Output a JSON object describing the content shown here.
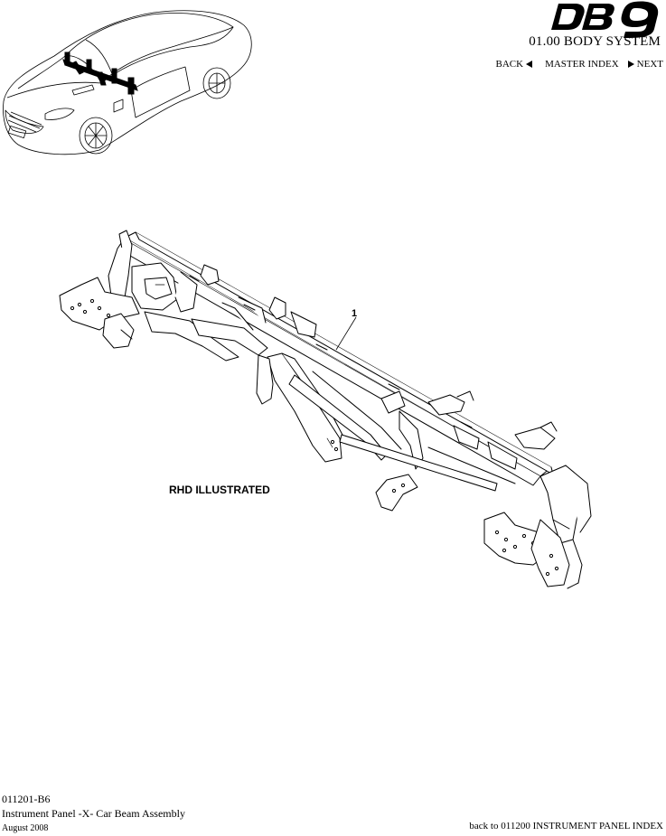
{
  "header": {
    "logo_text": "DB9",
    "section_title": "01.00 BODY SYSTEM",
    "nav": {
      "back_label": "BACK",
      "master_index_label": "MASTER INDEX",
      "next_label": "NEXT"
    }
  },
  "diagram": {
    "callout": "1",
    "note": "RHD ILLUSTRATED"
  },
  "footer": {
    "part_code": "011201-B6",
    "part_title": "Instrument Panel -X- Car Beam Assembly",
    "date": "August 2008",
    "back_link": "back to 011200 INSTRUMENT PANEL INDEX"
  },
  "icons": [
    "car-location-thumbnail",
    "db9-logo",
    "triangle-left-icon",
    "triangle-right-icon"
  ]
}
